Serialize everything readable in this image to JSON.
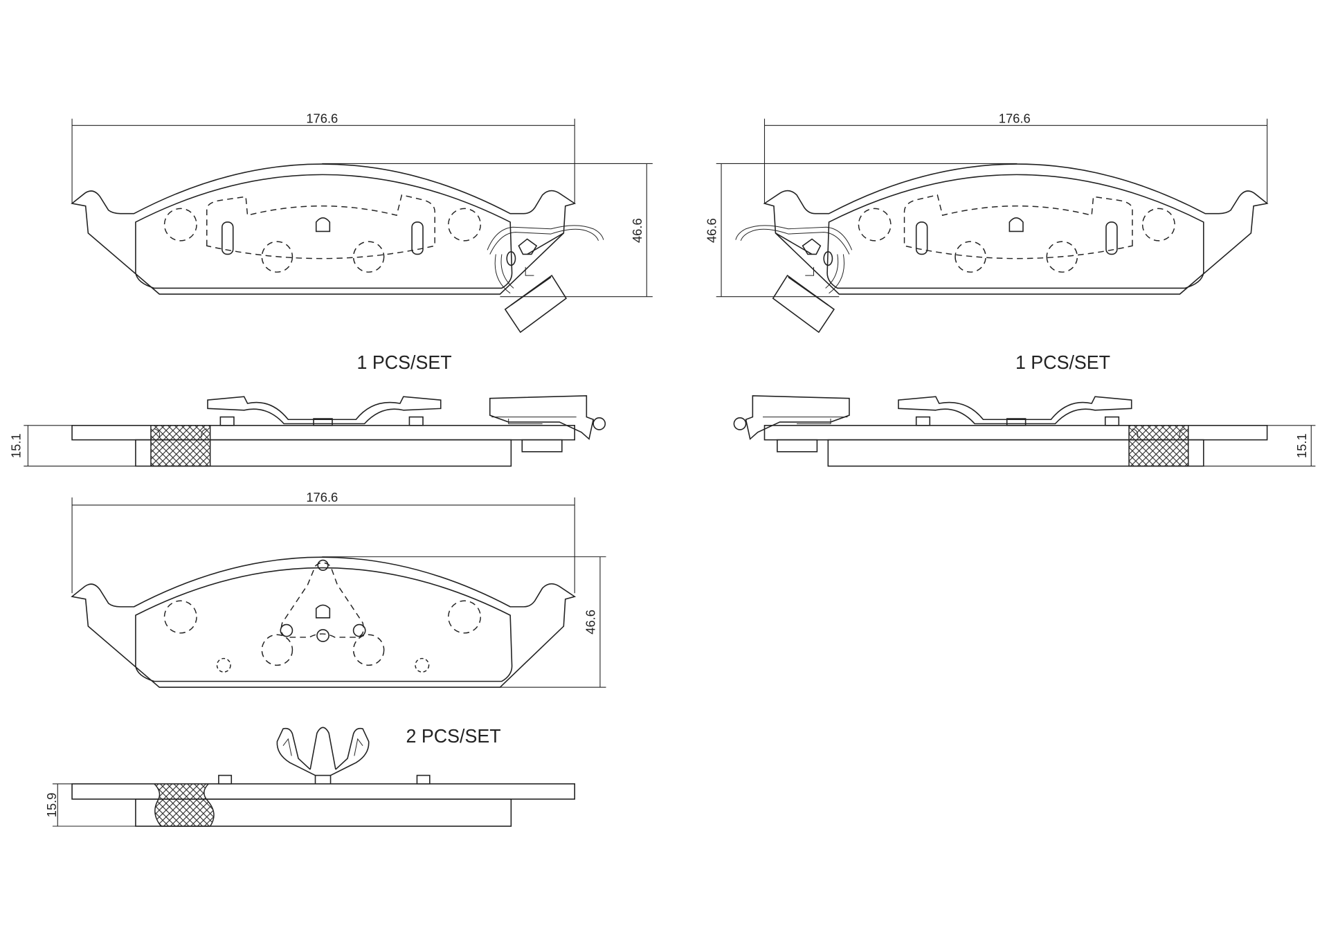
{
  "drawing": {
    "top_left_view": {
      "width_dim": "176.6",
      "height_dim": "46.6",
      "qty_label": "1  PCS/SET",
      "thickness_dim": "15.1"
    },
    "top_right_view": {
      "width_dim": "176.6",
      "height_dim": "46.6",
      "qty_label": "1  PCS/SET",
      "thickness_dim": "15.1"
    },
    "bottom_view": {
      "width_dim": "176.6",
      "height_dim": "46.6",
      "qty_label": "2  PCS/SET",
      "thickness_dim": "15.9"
    }
  }
}
